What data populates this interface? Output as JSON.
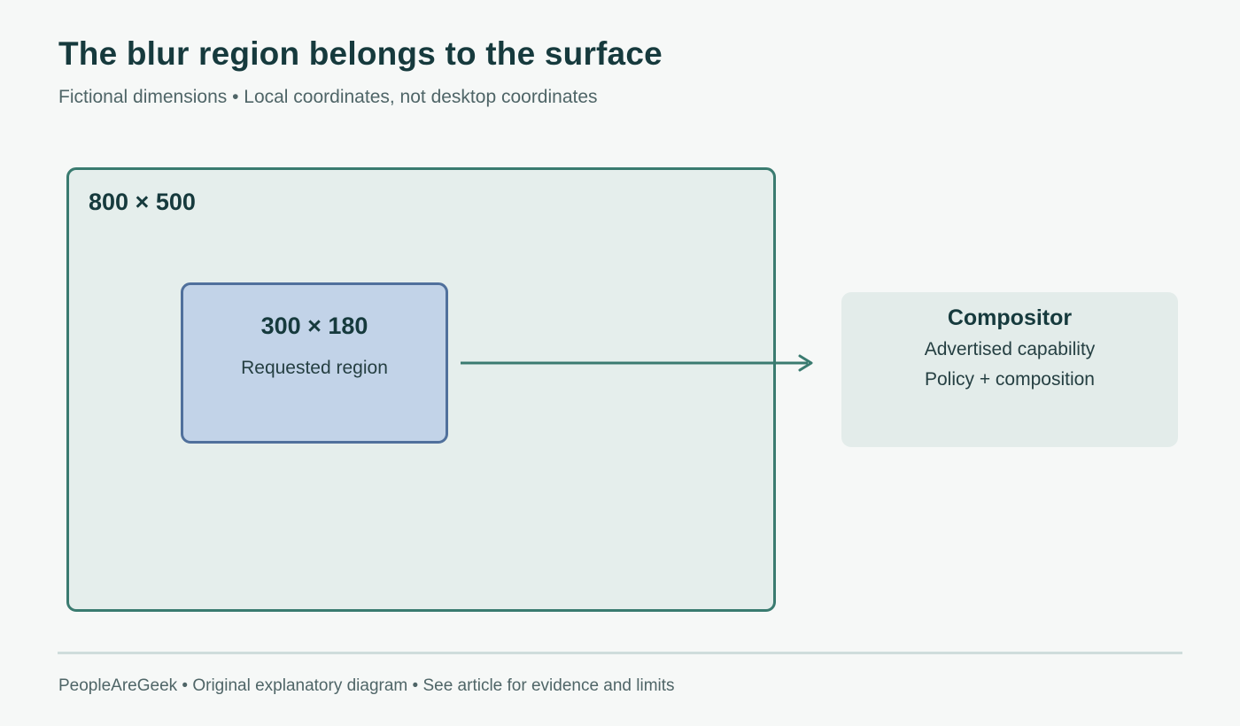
{
  "header": {
    "title": "The blur region belongs to the surface",
    "subtitle": "Fictional dimensions • Local coordinates, not desktop coordinates"
  },
  "surface": {
    "dimensions": "800 × 500"
  },
  "region": {
    "dimensions": "300 × 180",
    "label": "Requested region"
  },
  "compositor": {
    "title": "Compositor",
    "line1": "Advertised capability",
    "line2": "Policy + composition"
  },
  "footer": {
    "text": "PeopleAreGeek • Original explanatory diagram • See article for evidence and limits"
  },
  "colors": {
    "background": "#f6f8f7",
    "surface_fill": "#e5eeec",
    "surface_border": "#3a7b70",
    "region_fill": "#c2d3e8",
    "region_border": "#50709c",
    "arrow": "#3a7b70",
    "text_dark": "#163a3d"
  }
}
